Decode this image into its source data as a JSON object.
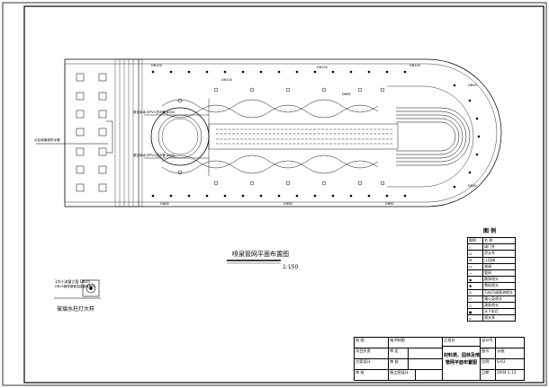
{
  "drawing": {
    "plan_title": "喷泉管网平面布置图",
    "scale": "1:150",
    "detail_title": "玻璃水柱灯大样",
    "detail_note_1": "1冷小流量立管 DN15",
    "detail_note_2": "DN25镀锌钢管连接钢管管件",
    "pipe_label_left_1": "原见南水平PVC进水管 φ300",
    "pipe_label_left_2": "原见南水平PVC进水管 φ300",
    "supply_label": "从区域南部供水管",
    "pipe_marks": [
      "DN100",
      "DN100",
      "DN100",
      "DN100",
      "DN80",
      "DN80",
      "DN80",
      "DN80",
      "DN50",
      "DN50"
    ]
  },
  "legend": {
    "title": "图 例",
    "header": [
      "图例",
      "名 称"
    ],
    "rows": [
      {
        "symbol": "○",
        "name": "阀门井"
      },
      {
        "symbol": "⊙",
        "name": "泄水井"
      },
      {
        "symbol": "⊗",
        "name": "止回阀"
      },
      {
        "symbol": "▭",
        "name": "闸阀"
      },
      {
        "symbol": "—",
        "name": "管网"
      },
      {
        "symbol": "◉",
        "name": "跳泉喷头"
      },
      {
        "symbol": "✱",
        "name": "雪松喷头"
      },
      {
        "symbol": "◎",
        "name": "万向可调直流喷头"
      },
      {
        "symbol": "◇",
        "name": "蒲公英喷头"
      },
      {
        "symbol": "△",
        "name": "涌泉喷头"
      },
      {
        "symbol": "●",
        "name": "水下彩灯"
      },
      {
        "symbol": "▫",
        "name": "潜水泵"
      }
    ]
  },
  "title_block": {
    "project_label": "项目负责",
    "approved": "审 定",
    "designer_label": "方案设计",
    "checked": "审 核",
    "review_label": "审 核",
    "construction": "施工图设计",
    "drawn": "绘 图",
    "drafting": "电子制图",
    "stage": "工程名",
    "drawing_name_1": "材料类、园林及喷泉",
    "drawing_name_2": "管网平面布置图",
    "sheet_label": "图号",
    "sheet_value": "水施",
    "number_label": "比例",
    "number_value": "S-03",
    "date_label": "日期",
    "date_value": "2004.1.13",
    "design_no": "设计号"
  }
}
